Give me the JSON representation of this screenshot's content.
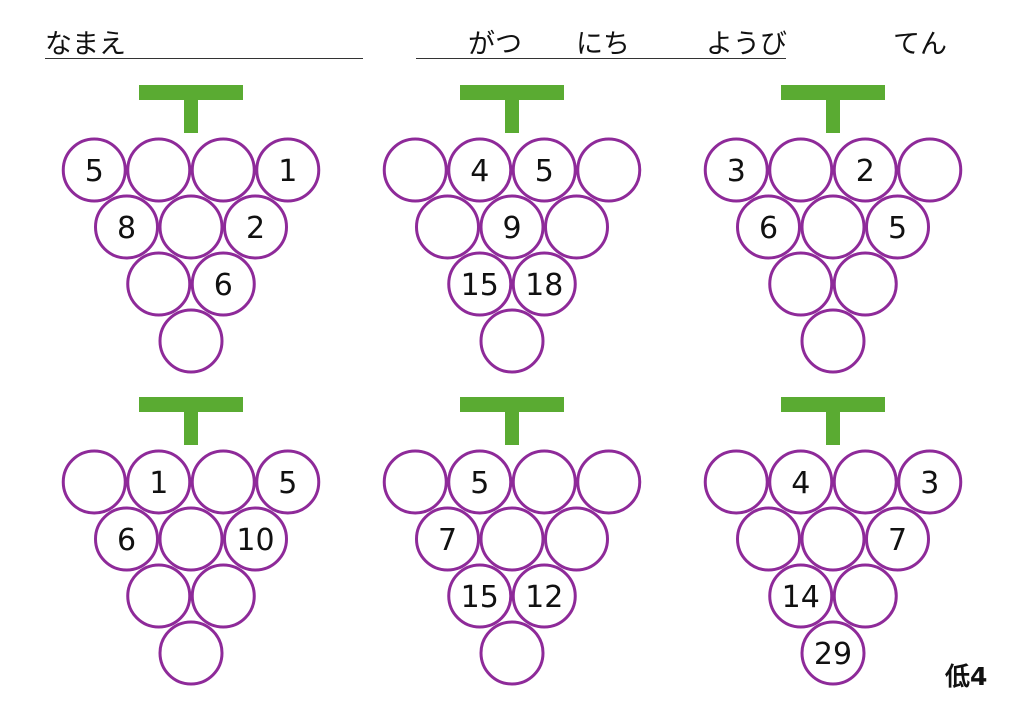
{
  "header": {
    "name_label": "なまえ",
    "month_label": "がつ",
    "day_label": "にち",
    "weekday_label": "ようび",
    "score_label": "てん"
  },
  "sheet_code": "低4",
  "colors": {
    "stem": "#5aab32",
    "grape_outline": "#8e2a99",
    "number_text": "#111111"
  },
  "puzzles": [
    {
      "rows": [
        [
          "5",
          "",
          "",
          "1"
        ],
        [
          "8",
          "",
          "2"
        ],
        [
          "",
          "6"
        ],
        [
          ""
        ]
      ]
    },
    {
      "rows": [
        [
          "",
          "4",
          "5",
          ""
        ],
        [
          "",
          "9",
          ""
        ],
        [
          "15",
          "18"
        ],
        [
          ""
        ]
      ]
    },
    {
      "rows": [
        [
          "3",
          "",
          "2",
          ""
        ],
        [
          "6",
          "",
          "5"
        ],
        [
          "",
          ""
        ],
        [
          ""
        ]
      ]
    },
    {
      "rows": [
        [
          "",
          "1",
          "",
          "5"
        ],
        [
          "6",
          "",
          "10"
        ],
        [
          "",
          ""
        ],
        [
          ""
        ]
      ]
    },
    {
      "rows": [
        [
          "",
          "5",
          "",
          ""
        ],
        [
          "7",
          "",
          ""
        ],
        [
          "15",
          "12"
        ],
        [
          ""
        ]
      ]
    },
    {
      "rows": [
        [
          "",
          "4",
          "",
          "3"
        ],
        [
          "",
          "",
          "7"
        ],
        [
          "14",
          ""
        ],
        [
          "29"
        ]
      ]
    }
  ]
}
